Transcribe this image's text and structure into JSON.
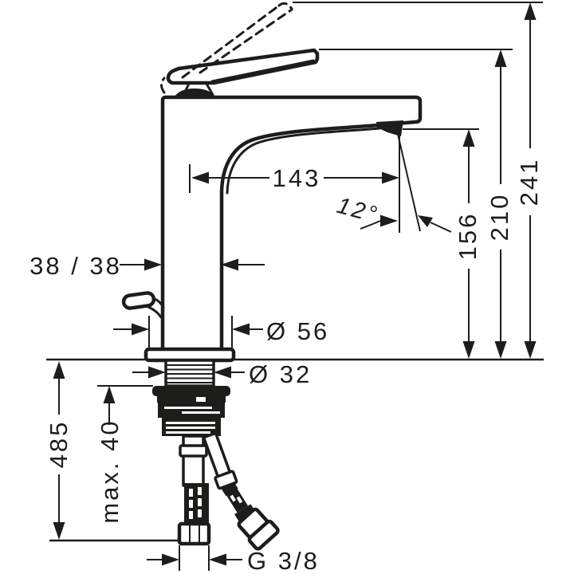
{
  "page": {
    "background": "#ffffff"
  },
  "drawing": {
    "line_color": "#1d1d1b",
    "subject": "single-lever-basin-mixer-dimension-drawing",
    "dimensions": {
      "total_height": "241",
      "handle_height": "210",
      "outlet_height": "156",
      "spout_reach": "143",
      "stream_angle": "12°",
      "body_section": "38 / 38",
      "base_diameter": "Ø 56",
      "shank_diameter": "Ø 32",
      "hose_length": "485",
      "max_mounting_thickness": "max. 40",
      "thread_size": "G 3/8"
    }
  }
}
